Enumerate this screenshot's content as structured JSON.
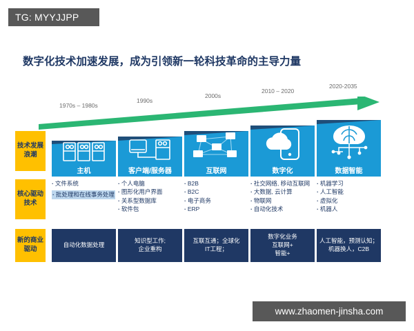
{
  "watermarks": {
    "tg_tag": "TG: MYYJJPP",
    "site": "www.zhaomen-jinsha.com"
  },
  "slide": {
    "title": "数字化技术加速发展，成为引领新一轮科技革命的主导力量",
    "title_color": "#1f3864",
    "arrow_color": "#2bb673"
  },
  "timeline": {
    "labels": [
      "1970s – 1980s",
      "1990s",
      "2000s",
      "2010 – 2020",
      "2020-2035"
    ]
  },
  "categories": [
    {
      "label": "技术发展浪潮",
      "color": "#ffc000"
    },
    {
      "label": "核心驱动技术",
      "color": "#ffc000"
    },
    {
      "label": "新的商业驱动",
      "color": "#ffc000"
    }
  ],
  "waves": [
    {
      "name": "主机",
      "icon": "mainframe-icon",
      "technologies": [
        {
          "text": "文件系统",
          "highlighted": false
        },
        {
          "text": "批处理和在线事务处理",
          "highlighted": true
        }
      ],
      "business_driver": "自动化数据处理"
    },
    {
      "name": "客户端/服务器",
      "icon": "client-server-icon",
      "technologies": [
        {
          "text": "个人电脑",
          "highlighted": false
        },
        {
          "text": "图形化用户界面",
          "highlighted": false
        },
        {
          "text": "关系型数据库",
          "highlighted": false
        },
        {
          "text": "软件包",
          "highlighted": false
        }
      ],
      "business_driver": "知识型工作;\n企业重构"
    },
    {
      "name": "互联网",
      "icon": "network-icon",
      "technologies": [
        {
          "text": "B2B",
          "highlighted": false
        },
        {
          "text": "B2C",
          "highlighted": false
        },
        {
          "text": "电子商务",
          "highlighted": false
        },
        {
          "text": "ERP",
          "highlighted": false
        }
      ],
      "business_driver": "互联互通；全球化\nIT工程；"
    },
    {
      "name": "数字化",
      "icon": "cloud-mobile-icon",
      "technologies": [
        {
          "text": "社交网络, 移动互联网",
          "highlighted": false
        },
        {
          "text": "大数据, 云计算",
          "highlighted": false
        },
        {
          "text": "物联网",
          "highlighted": false
        },
        {
          "text": "自动化技术",
          "highlighted": false
        }
      ],
      "business_driver": "数字化业务\n互联网+\n智能+"
    },
    {
      "name": "数据智能",
      "icon": "brain-circuit-icon",
      "technologies": [
        {
          "text": "机器学习",
          "highlighted": false
        },
        {
          "text": "人工智能",
          "highlighted": false
        },
        {
          "text": "虚拟化",
          "highlighted": false
        },
        {
          "text": "机器人",
          "highlighted": false
        }
      ],
      "business_driver": "人工智能，预测认知；\n机器换人，C2B"
    }
  ],
  "colors": {
    "wave_blue": "#1b9ad6",
    "wave_cap_navy": "#1f4e79",
    "driver_navy": "#1f3864",
    "highlight": "#bdd7ee",
    "watermark_gray": "#585858"
  }
}
